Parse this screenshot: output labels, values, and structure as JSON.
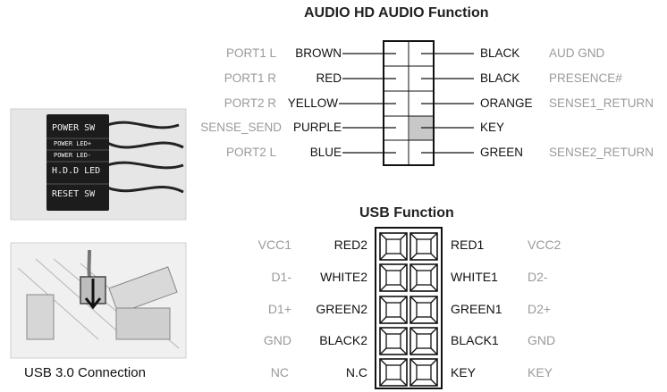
{
  "audio": {
    "title": "AUDIO HD AUDIO Function",
    "left_rows": [
      {
        "signal": "PORT1 L",
        "wire": "BROWN"
      },
      {
        "signal": "PORT1 R",
        "wire": "RED"
      },
      {
        "signal": "PORT2 R",
        "wire": "YELLOW"
      },
      {
        "signal": "SENSE_SEND",
        "wire": "PURPLE"
      },
      {
        "signal": "PORT2 L",
        "wire": "BLUE"
      }
    ],
    "right_rows": [
      {
        "wire": "BLACK",
        "signal": "AUD GND"
      },
      {
        "wire": "BLACK",
        "signal": "PRESENCE#"
      },
      {
        "wire": "ORANGE",
        "signal": "SENSE1_RETURN"
      },
      {
        "wire": "KEY",
        "signal": ""
      },
      {
        "wire": "GREEN",
        "signal": "SENSE2_RETURN"
      }
    ],
    "key_color": "#c8c8c8"
  },
  "usb": {
    "title": "USB Function",
    "left_rows": [
      {
        "signal": "VCC1",
        "wire": "RED2"
      },
      {
        "signal": "D1-",
        "wire": "WHITE2"
      },
      {
        "signal": "D1+",
        "wire": "GREEN2"
      },
      {
        "signal": "GND",
        "wire": "BLACK2"
      },
      {
        "signal": "NC",
        "wire": "N.C"
      }
    ],
    "right_rows": [
      {
        "wire": "RED1",
        "signal": "VCC2"
      },
      {
        "wire": "WHITE1",
        "signal": "D2-"
      },
      {
        "wire": "GREEN1",
        "signal": "D2+"
      },
      {
        "wire": "BLACK1",
        "signal": "GND"
      },
      {
        "wire": "KEY",
        "signal": "KEY"
      }
    ]
  },
  "front_panel_photo": {
    "labels": [
      "POWER SW",
      "POWER LED+",
      "POWER LED-",
      "H.D.D LED",
      "RESET SW"
    ]
  },
  "usb3_photo": {
    "caption": "USB 3.0 Connection"
  }
}
